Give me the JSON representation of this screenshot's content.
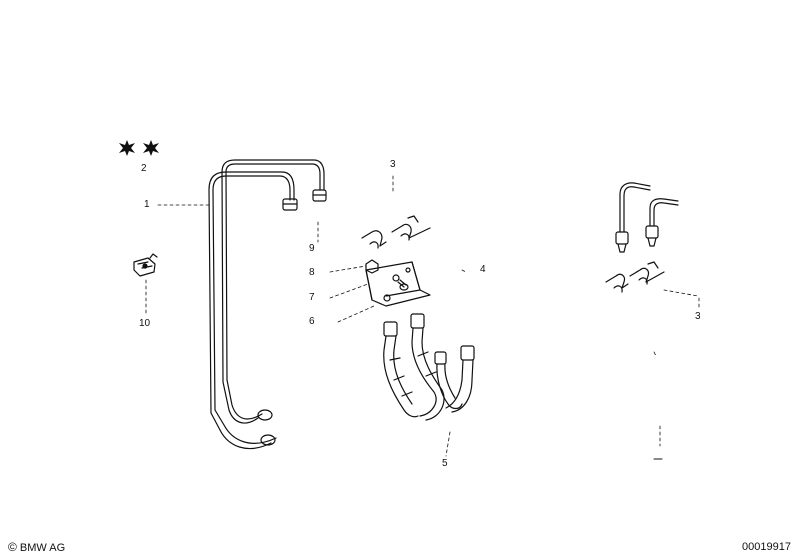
{
  "diagram": {
    "callouts": [
      {
        "id": "c1",
        "label": "1"
      },
      {
        "id": "c2",
        "label": "2"
      },
      {
        "id": "c3a",
        "label": "3"
      },
      {
        "id": "c3b",
        "label": "3"
      },
      {
        "id": "c4",
        "label": "4"
      },
      {
        "id": "c5",
        "label": "5"
      },
      {
        "id": "c6",
        "label": "6"
      },
      {
        "id": "c7",
        "label": "7"
      },
      {
        "id": "c8",
        "label": "8"
      },
      {
        "id": "c9",
        "label": "9"
      },
      {
        "id": "c10",
        "label": "10"
      }
    ]
  },
  "footer": {
    "copyright_symbol": "©",
    "brand": "BMW AG",
    "diagram_number": "00019917"
  },
  "colors": {
    "line": "#111111",
    "background": "#ffffff"
  }
}
